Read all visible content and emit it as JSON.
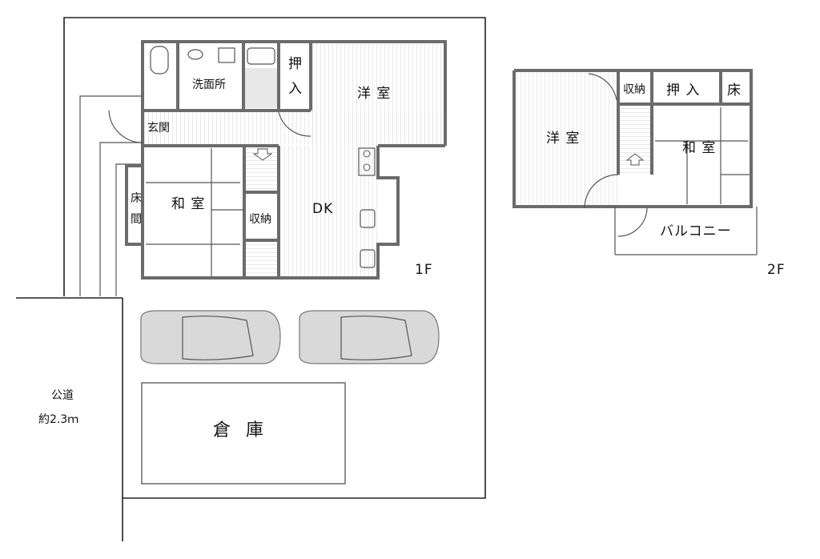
{
  "floor1": {
    "label": "1F",
    "rooms": {
      "toilet_wash": "洗面所",
      "closet_oshiire": "押\n入",
      "western_room": "洋 室",
      "entrance": "玄関",
      "japanese_room": "和 室",
      "tokonoma": "床\n間",
      "storage": "収納",
      "dk": "DK"
    }
  },
  "floor2": {
    "label": "2F",
    "rooms": {
      "western_room": "洋 室",
      "storage": "収納",
      "oshiire": "押 入",
      "toko": "床",
      "japanese_room": "和 室",
      "balcony": "バルコニー"
    }
  },
  "site": {
    "road_label": "公道",
    "road_width": "約2.3ｍ",
    "warehouse": "倉 庫"
  }
}
